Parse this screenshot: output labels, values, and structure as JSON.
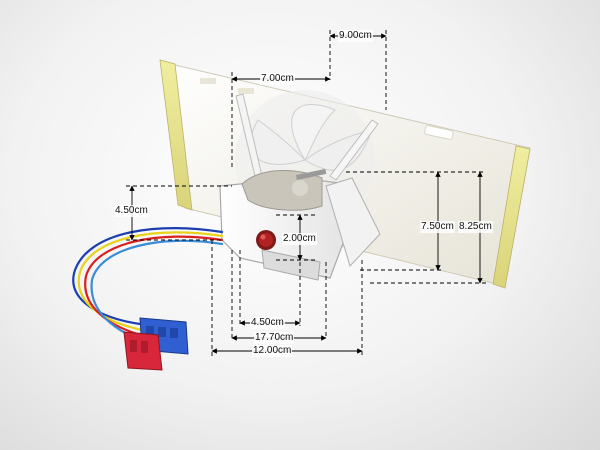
{
  "dimensions": {
    "width_top": "9.00cm",
    "fan_width": "7.00cm",
    "side_height_left": "4.50cm",
    "height_inner": "7.50cm",
    "height_outer": "8.25cm",
    "window_size": "2.00cm",
    "base_a": "4.50cm",
    "base_b": "17.70cm",
    "base_c": "12.00cm"
  },
  "colors": {
    "panel": "#f4f2e6",
    "panel_edge": "#e8e68f",
    "housing": "#f7f7f7",
    "motor": "#c9c5bb",
    "window": "#b22222",
    "connector_blue": "#2f5fd0",
    "connector_red": "#d8273a"
  }
}
